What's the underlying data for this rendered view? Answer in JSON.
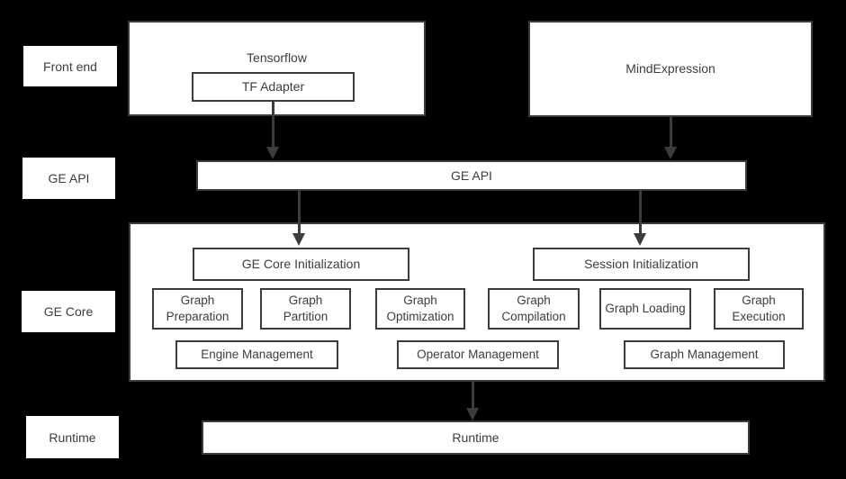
{
  "colors": {
    "background": "#000000",
    "box_fill": "#ffffff",
    "box_border": "#3c3c3c",
    "text": "#3d3d3d",
    "arrow": "#3c3c3c"
  },
  "row_labels": {
    "front_end": "Front end",
    "ge_api": "GE API",
    "ge_core": "GE Core",
    "runtime": "Runtime"
  },
  "front_end": {
    "tensorflow": "Tensorflow",
    "tf_adapter": "TF Adapter",
    "mind_expression": "MindExpression"
  },
  "ge_api": {
    "label": "GE API"
  },
  "ge_core": {
    "ge_core_initialization": "GE Core Initialization",
    "session_initialization": "Session Initialization",
    "pipeline": [
      "Graph Preparation",
      "Graph Partition",
      "Graph Optimization",
      "Graph Compilation",
      "Graph Loading",
      "Graph Execution"
    ],
    "management": [
      "Engine Management",
      "Operator Management",
      "Graph Management"
    ]
  },
  "runtime": {
    "label": "Runtime"
  }
}
